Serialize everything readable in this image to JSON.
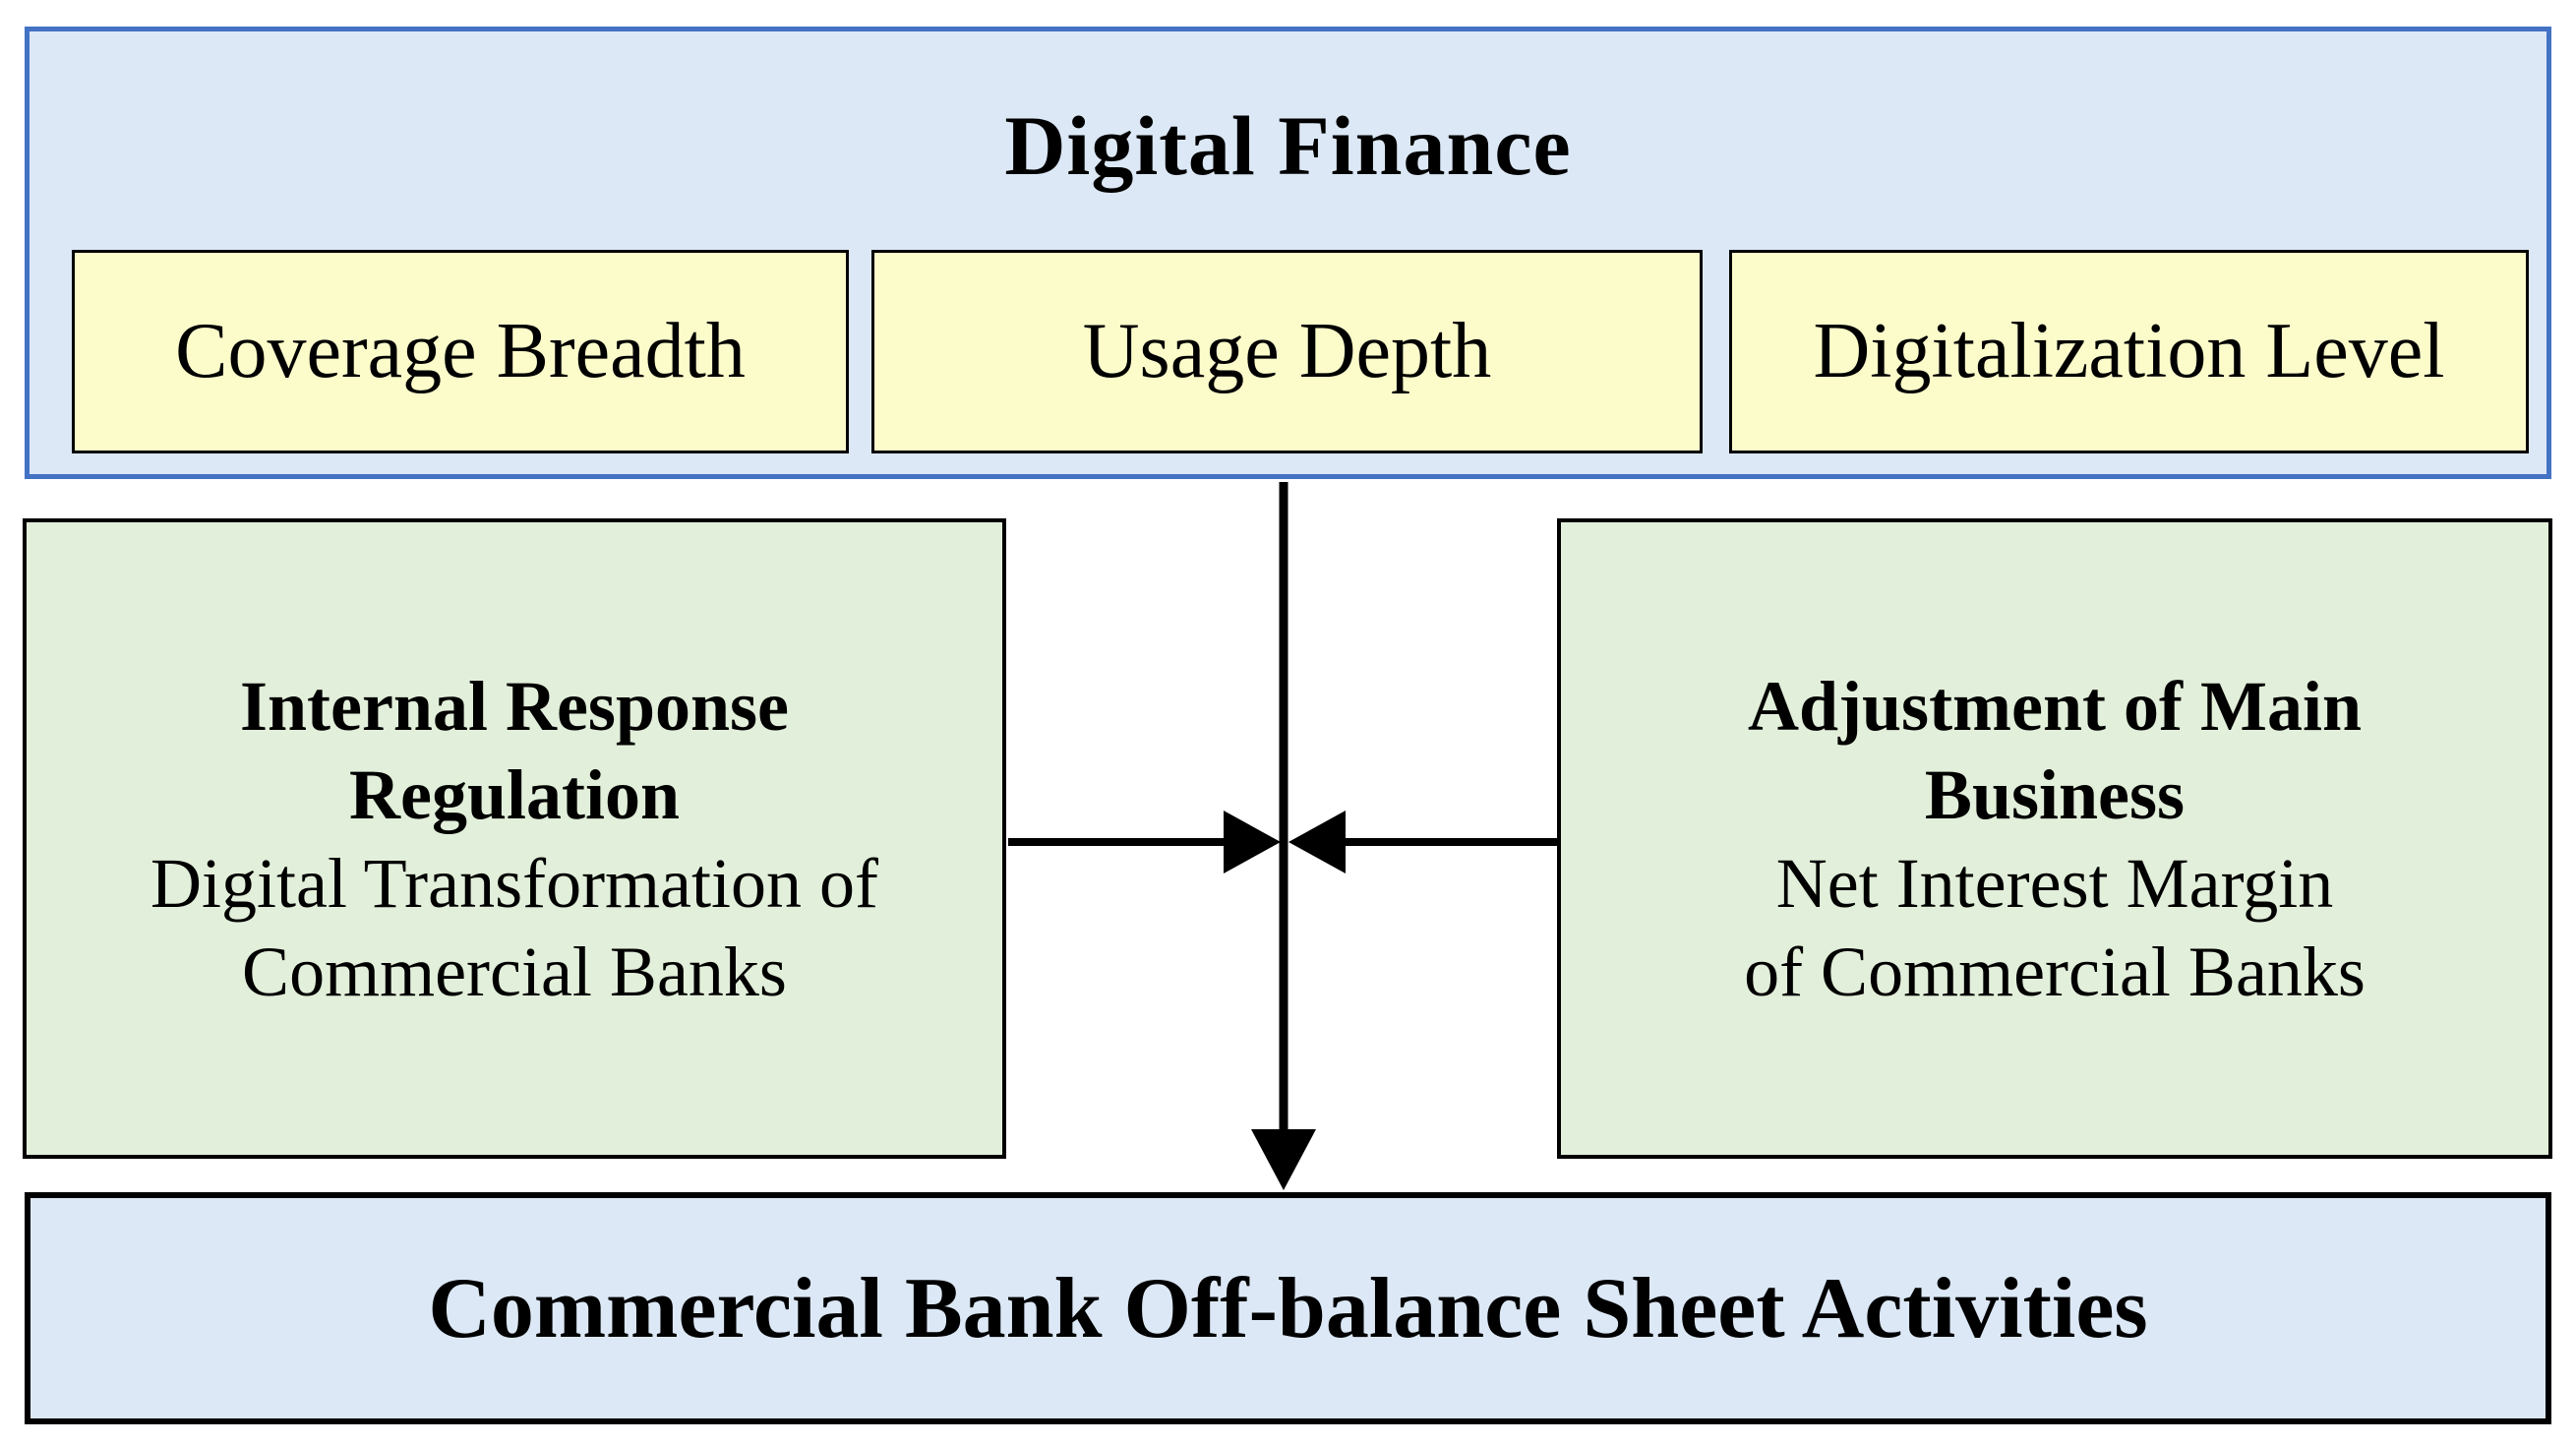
{
  "colors": {
    "panel_blue_fill": "#dce8f6",
    "panel_blue_border": "#4472c4",
    "yellow_fill": "#fcfccb",
    "green_fill": "#e2efda",
    "box_border": "#000000",
    "arrow": "#000000",
    "text": "#000000"
  },
  "top_panel": {
    "title": "Digital Finance",
    "items": [
      {
        "label": "Coverage Breadth"
      },
      {
        "label": "Usage Depth"
      },
      {
        "label": "Digitalization Level"
      }
    ]
  },
  "left_panel": {
    "heading_line1": "Internal Response",
    "heading_line2": "Regulation",
    "body_line1": "Digital Transformation of",
    "body_line2": "Commercial Banks"
  },
  "right_panel": {
    "heading_line1": "Adjustment of Main",
    "heading_line2": "Business",
    "body_line1": "Net Interest Margin",
    "body_line2": "of Commercial Banks"
  },
  "bottom_panel": {
    "title": "Commercial Bank Off-balance Sheet Activities"
  }
}
